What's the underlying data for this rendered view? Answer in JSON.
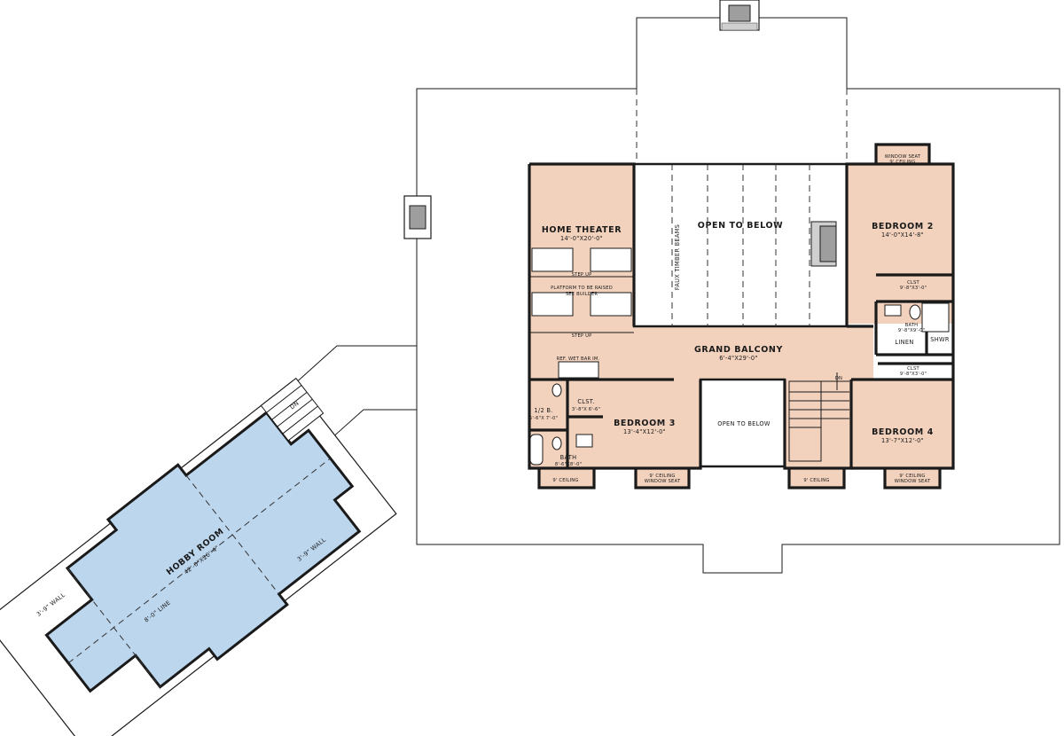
{
  "colors": {
    "room_fill": "#f2d2bd",
    "hobby_fill": "#bcd6ee",
    "wall": "#1a1a1a",
    "roof_line": "#333333",
    "background": "#ffffff"
  },
  "rooms": {
    "home_theater": {
      "name": "HOME THEATER",
      "dims": "14'-0\"X20'-0\""
    },
    "open_below_top": {
      "name": "OPEN TO BELOW"
    },
    "faux_beams": {
      "label": "FAUX TIMBER BEAMS"
    },
    "bedroom2": {
      "name": "BEDROOM 2",
      "dims": "14'-0\"X14'-8\"",
      "window_seat": "WINDOW SEAT",
      "ceiling": "9' CEILING"
    },
    "grand_balcony": {
      "name": "GRAND BALCONY",
      "dims": "6'-4\"X29'-0\""
    },
    "bedroom3": {
      "name": "BEDROOM 3",
      "dims": "13'-4\"X12'-0\"",
      "ceiling": "9' CEILING",
      "window_seat": "WINDOW SEAT"
    },
    "open_below_mid": {
      "name": "OPEN TO BELOW"
    },
    "bedroom4": {
      "name": "BEDROOM 4",
      "dims": "13'-7\"X12'-0\"",
      "ceiling": "9' CEILING",
      "window_seat": "WINDOW SEAT"
    },
    "half_bath": {
      "name": "1/2 B.",
      "dims": "5'-6\"X 7'-0\""
    },
    "clst_small": {
      "name": "CLST.",
      "dims": "3'-8\"X 6'-6\""
    },
    "bath3": {
      "name": "BATH",
      "dims": "8'-6\"X8'-0\""
    },
    "clst_bed2": {
      "name": "CLST",
      "dims": "9'-8\"X3'-0\""
    },
    "bath2": {
      "name": "BATH",
      "dims": "9'-8\"X9'-0\""
    },
    "linen": {
      "name": "LINEN"
    },
    "shower": {
      "name": "SHWR"
    },
    "clst_bed4": {
      "name": "CLST",
      "dims": "9'-8\"X3'-0\""
    },
    "hobby_room": {
      "name": "HOBBY ROOM",
      "dims": "42'-0\"X20'-4\""
    }
  },
  "notes": {
    "step_up_1": "STEP UP",
    "platform": "PLATFORM TO BE RAISED",
    "see_builder": "SEE BUILDER",
    "step_up_2": "STEP UP",
    "wet_bar": "REF. WET BAR IM.",
    "dn_main": "DN",
    "dn_hobby": "DN",
    "ceiling_bath": "9' CEILING",
    "ceiling_stair": "9' CEILING",
    "line_8": "8'-0\" LINE",
    "wall_left": "3'-9\" WALL",
    "wall_right": "3'-9\" WALL"
  }
}
